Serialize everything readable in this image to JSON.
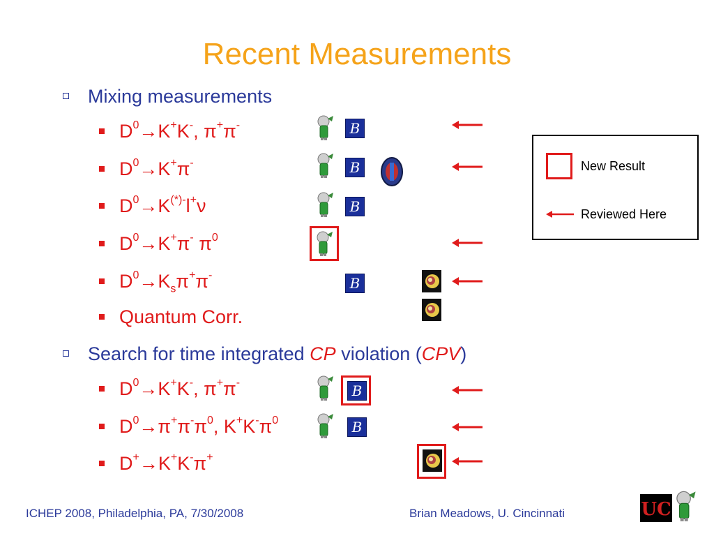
{
  "title": "Recent Measurements",
  "sections": {
    "mixing": {
      "label": "Mixing measurements"
    },
    "quantum_corr": "Quantum Corr.",
    "cpv": {
      "prefix": "Search for time integrated ",
      "cp": "CP",
      "middle": " violation (",
      "cpv": "CPV",
      "suffix": ")"
    }
  },
  "legend": {
    "new_result": "New Result",
    "reviewed_here": "Reviewed Here"
  },
  "footer": {
    "left": "ICHEP 2008, Philadelphia, PA, 7/30/2008",
    "right": "Brian Meadows, U. Cincinnati"
  },
  "colors": {
    "title": "#f5a31a",
    "text_blue": "#2b3a9a",
    "text_red": "#e01b1b",
    "belle_blue": "#1a2f9a"
  },
  "icons": {
    "babar": "babar-elephant-icon",
    "belle": "belle-logo-icon",
    "cdf": "cdf-logo-icon",
    "cleo": "cleo-logo-icon",
    "arrow": "left-arrow-icon",
    "cincinnati": "uc-logo-icon"
  }
}
